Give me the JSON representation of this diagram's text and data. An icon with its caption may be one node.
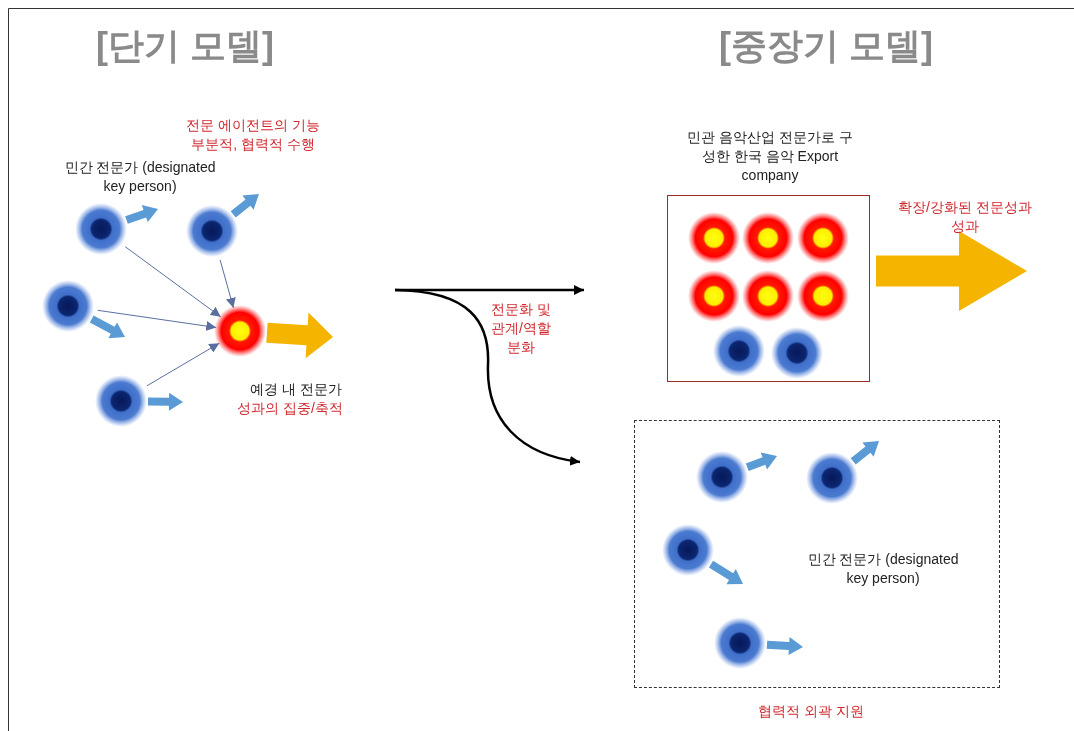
{
  "diagram": {
    "nodes": [
      {
        "text": [],
        "shape": "circle"
      },
      {
        "text": [],
        "shape": "circle"
      },
      {
        "text": [],
        "shape": "circle"
      },
      {
        "text": [],
        "shape": "circle"
      },
      {
        "text": [],
        "shape": "circle",
        "beside": [
          "예경 내 전문가",
          "성과의 집중/축적"
        ]
      },
      {
        "text": [
          "민관 음악산업 전문가로 구성한 한국 음악 Export company"
        ]
      },
      {
        "text": [],
        "shape": "circle",
        "in": 5
      },
      {
        "text": [],
        "shape": "circle",
        "in": 5
      },
      {
        "text": [],
        "shape": "circle",
        "in": 5
      },
      {
        "text": [],
        "shape": "circle",
        "in": 5
      },
      {
        "text": [],
        "shape": "circle",
        "in": 5
      },
      {
        "text": [],
        "shape": "circle",
        "in": 5
      },
      {
        "text": [],
        "shape": "circle",
        "in": 5
      },
      {
        "text": [],
        "shape": "circle",
        "in": 5
      },
      {
        "text": [
          "민간 전문가 (designated key person)"
        ],
        "beside": [
          "협력적 외곽 지원"
        ]
      },
      {
        "text": [],
        "shape": "circle",
        "in": 14
      },
      {
        "text": [],
        "shape": "circle",
        "in": 14
      },
      {
        "text": [],
        "shape": "circle",
        "in": 14
      },
      {
        "text": [],
        "shape": "circle",
        "in": 14
      }
    ],
    "edges": [
      {
        "from": 0,
        "to": 4,
        "arrow": "to",
        "color": "#5b6f9e"
      },
      {
        "from": 1,
        "to": 4,
        "arrow": "to",
        "color": "#5b6f9e"
      },
      {
        "from": 2,
        "to": 4,
        "arrow": "to",
        "color": "#5b6f9e"
      },
      {
        "from": 3,
        "to": 4,
        "arrow": "to",
        "color": "#5b6f9e"
      },
      {
        "from": 4,
        "to": null,
        "arrow": "to",
        "style": "thick",
        "color": "#f5b400"
      },
      {
        "from": 5,
        "to": null,
        "arrow": "to",
        "style": "thick",
        "color": "#f5b400",
        "label": "확장/강화된 전문성과 성과"
      },
      {
        "from": 0,
        "to": null,
        "arrow": "to",
        "color": "#5b9bd5"
      },
      {
        "from": 1,
        "to": null,
        "arrow": "to",
        "color": "#5b9bd5"
      },
      {
        "from": 2,
        "to": null,
        "arrow": "to",
        "color": "#5b9bd5"
      },
      {
        "from": 3,
        "to": null,
        "arrow": "to",
        "color": "#5b9bd5"
      },
      {
        "from": 15,
        "to": null,
        "arrow": "to",
        "color": "#5b9bd5"
      },
      {
        "from": 16,
        "to": null,
        "arrow": "to",
        "color": "#5b9bd5"
      },
      {
        "from": 17,
        "to": null,
        "arrow": "to",
        "color": "#5b9bd5"
      },
      {
        "from": 18,
        "to": null,
        "arrow": "to",
        "color": "#5b9bd5"
      }
    ],
    "labels": [
      "[단기 모델]",
      "[중장기 모델]",
      "전문 에이전트의 기능 부분적, 협력적 수행",
      "민간 전문가 (designated key person)",
      "전문화 및 관계/역할 분화"
    ]
  }
}
